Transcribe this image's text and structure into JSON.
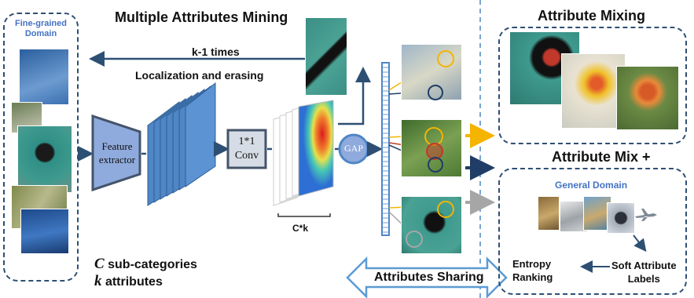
{
  "left_panel": {
    "title_line1": "Fine-grained",
    "title_line2": "Domain",
    "caption_line1_var": "C",
    "caption_line1_text": " sub-categories",
    "caption_line2_var": "k",
    "caption_line2_text": " attributes"
  },
  "mining": {
    "title": "Multiple Attributes Mining",
    "loop_label": "k-1 times",
    "loop_sublabel": "Localization and erasing",
    "extractor_line1": "Feature",
    "extractor_line2": "extractor",
    "conv_line1": "1*1",
    "conv_line2": "Conv",
    "channels_label": "C*k",
    "gap_label": "GAP"
  },
  "sharing": {
    "label": "Attributes Sharing"
  },
  "mixing": {
    "title": "Attribute Mixing"
  },
  "mix_plus": {
    "title": "Attribute Mix +",
    "domain_label": "General Domain",
    "entropy_line1": "Entropy",
    "entropy_line2": "Ranking",
    "soft_line1": "Soft Attribute",
    "soft_line2": "Labels"
  },
  "colors": {
    "dashed_border": "#2e4f74",
    "block_blue": "#4f86c6",
    "block_dark": "#2f5f94",
    "domain_blue": "#4472c4",
    "arrow_yellow": "#f4b400",
    "arrow_navy": "#1f3d66",
    "arrow_gray": "#a6a6a6"
  }
}
